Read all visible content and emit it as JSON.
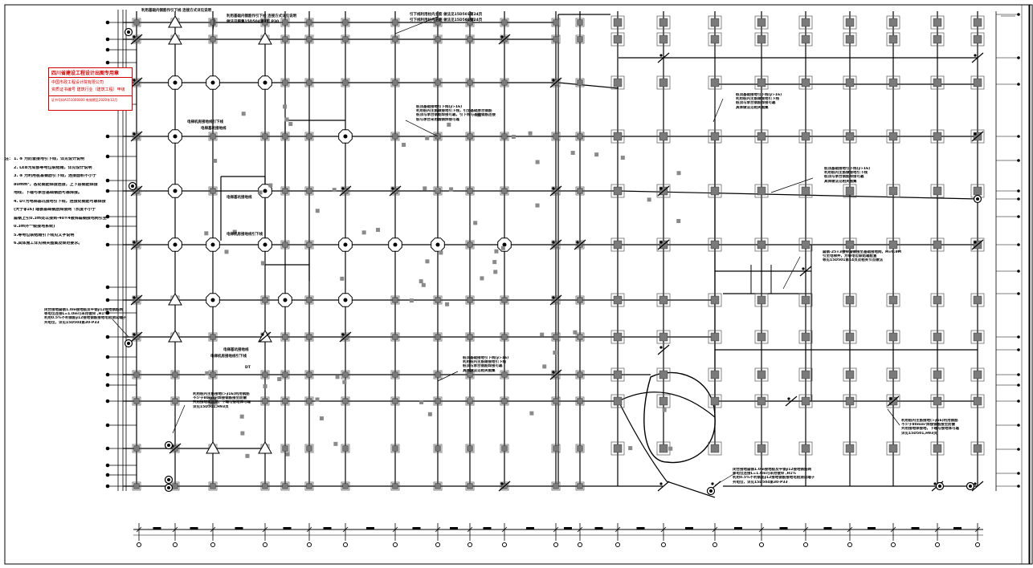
{
  "stamp": {
    "line1": "四川省建设工程设计出图专用章",
    "line2": "中国市政工程设计院有限公司",
    "line3": "资质证书编号 建筑行业（建筑工程）甲级",
    "line4": "证书号码A151000000 有效期至2020年12月"
  },
  "general_notes": {
    "heading": "注：",
    "items": [
      "1.  ⊕ 为防雷接地引下线，详见设计说明",
      "2. LEB为局部等电位联结箱，详见设计说明",
      "3. ⊕ 为利用桩基钢筋引下线，连接面积不小于",
      "80mm²，各处钢筋焊接连接，上下层钢筋焊接",
      "地线，下端与承台基础钢筋可靠焊接。",
      "4. DT为电梯基坑接地引下线，连接处钢筋可靠焊接",
      "(大于φ16) 端板基础钢筋焊接网（长度不小于",
      "扁钢上引0.3m处以接到-40×4镀锌扁钢接地网引至",
      "0.3m外一级接地系统)",
      "5.等电位联结箱引下线见文字说明",
      "6.具体施工详见相关图集及规范要求。"
    ]
  },
  "annotations": {
    "top_left": "利用基础内钢筋作引下线 连接方式详见说明",
    "top_ref": "做法见图集15D504第4页 P30",
    "top_mid": "引下线利用柱内主筋 做法见15D501第24页",
    "gh_center": [
      "桩顶基础接地引下线(∮>16)",
      "利用桩内主筋做接地引下线，引至基础承台钢筋",
      "桩顶与承台钢筋焊接可靠，引下线与基础钢筋连接",
      "桩与承台采用圆钢焊接可靠"
    ],
    "gh_right_top": [
      "桩顶基础接地引下线(∮>16)",
      "利用桩内主筋做接地引下线",
      "桩顶与承台钢筋焊接可靠",
      "具体做法见相关图集"
    ],
    "gh_right_mid": [
      "桩顶基础接地引下线(∮>16)",
      "利用桩内主筋做接地引下线",
      "桩顶与承台钢筋焊接可靠",
      "具体做法见相关图集"
    ],
    "flat_steel": [
      "扁钢-25×3镀锌扁钢接至基础接地网，H=0.3M",
      "引至电梯井，为等电位联结箱配置",
      "等见15D501第14页及相关节点做法"
    ],
    "dt_lower": [
      "桩顶基础接地引下线(∮>16)",
      "利用桩内主筋做接地引下线",
      "桩顶与承台钢筋焊接可靠",
      "具体做法见相关图集"
    ],
    "left_side": [
      "闭合接地扁钢1.0m接地极及平钢∮12接地钢筋网",
      "等电位连接L=1.0m可采用镀锌 ,H1%",
      "利用0.5%不利钢筋∮12接地钢筋接地电阻测试端子",
      "共电位，详见15D504第30-P33"
    ],
    "lower_left": [
      "利用桩内主筋接地(>∮16)利用钢筋",
      "不少于80mm²焊接钢筋接至防雷",
      "共用接地体接地，下端与接地体可靠",
      "详见15D501,H93页"
    ],
    "lower_right": [
      "利用桩内主筋接地(>∮16)利用钢筋",
      "不少于80mm²焊接钢筋接至防雷",
      "共用接地体接地，下端与接地体可靠",
      "详见15D501,H93页"
    ],
    "bottom_center": [
      "闭合接地扁钢1.0m接地极及平钢∮12接地钢筋网",
      "等电位连接L=1.0m可采用镀锌 ,H1%",
      "利用0.5%不利钢筋∮12接地钢筋接地电阻测试端子",
      "共电位，详见15D504第30-P33"
    ],
    "elevator_1": "电梯机房接地线引下线",
    "elevator_2": "电梯基坑接地线",
    "elevator_3": "电梯机房接地线引下线",
    "elevator_4": "电梯基坑接地线",
    "elevator_5": "电梯基坑接地线",
    "elevator_6": "电梯机房接地线引下线",
    "dt": "DT"
  },
  "colors": {
    "line": "#000000",
    "stamp": "#d20000",
    "grid_fill": "#7a7a7a"
  }
}
